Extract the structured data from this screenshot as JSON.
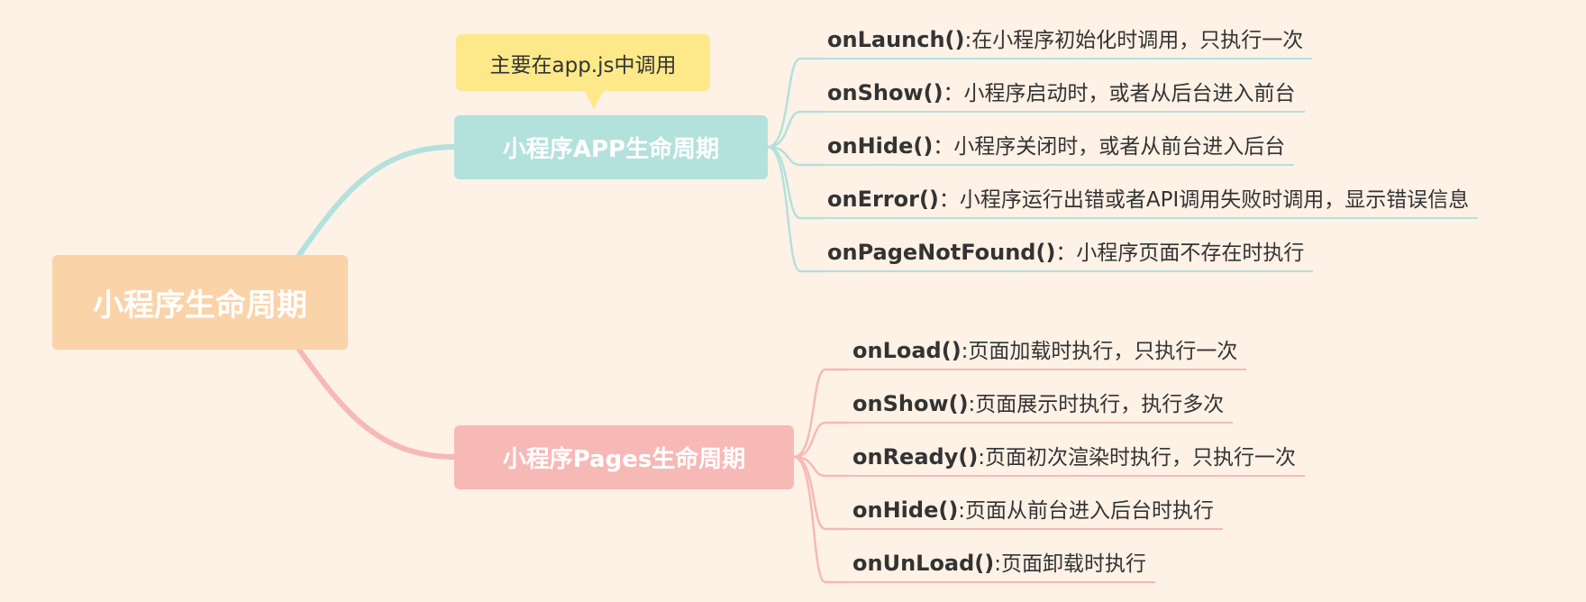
{
  "root": {
    "label": "小程序生命周期"
  },
  "callout": {
    "text": "主要在app.js中调用"
  },
  "app": {
    "label": "小程序APP生命周期",
    "color": "#b3e1dc",
    "items": [
      {
        "method": "onLaunch()",
        "desc": ":在小程序初始化时调用，只执行一次"
      },
      {
        "method": "onShow()",
        "desc": "：小程序启动时，或者从后台进入前台"
      },
      {
        "method": "onHide()",
        "desc": "：小程序关闭时，或者从前台进入后台"
      },
      {
        "method": "onError()",
        "desc": "：小程序运行出错或者API调用失败时调用，显示错误信息"
      },
      {
        "method": "onPageNotFound()",
        "desc": "：小程序页面不存在时执行"
      }
    ]
  },
  "pages": {
    "label": "小程序Pages生命周期",
    "color": "#f6b9b6",
    "items": [
      {
        "method": "onLoad()",
        "desc": ":页面加载时执行，只执行一次"
      },
      {
        "method": "onShow()",
        "desc": ":页面展示时执行，执行多次"
      },
      {
        "method": "onReady()",
        "desc": ":页面初次渲染时执行，只执行一次"
      },
      {
        "method": "onHide()",
        "desc": ":页面从前台进入后台时执行"
      },
      {
        "method": "onUnLoad()",
        "desc": ":页面卸载时执行"
      }
    ]
  },
  "colors": {
    "background": "#fef1e6",
    "root": "#fbd3a8",
    "callout": "#fde98a",
    "text": "#333333"
  }
}
